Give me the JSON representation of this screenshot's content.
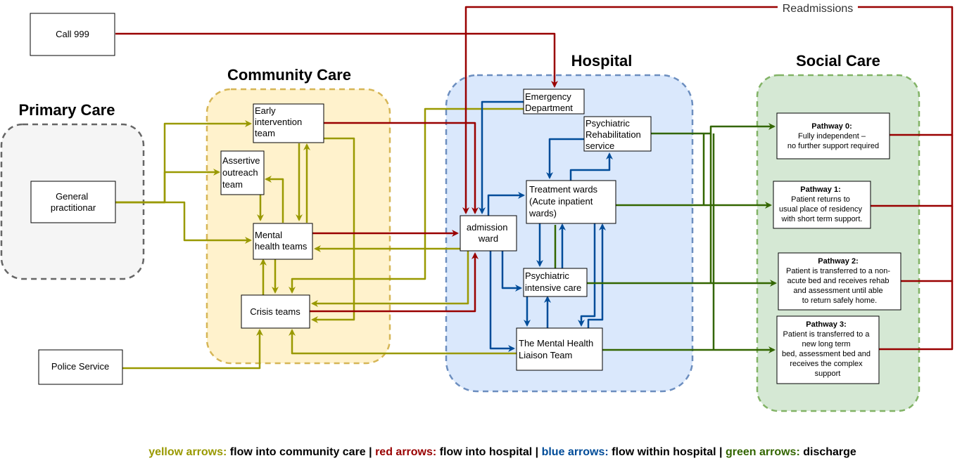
{
  "colors": {
    "yellow": "#999900",
    "red": "#990000",
    "blue": "#004c99",
    "green": "#336600"
  },
  "regions": {
    "primary": "Primary Care",
    "community": "Community Care",
    "hospital": "Hospital",
    "social": "Social Care"
  },
  "nodes": {
    "call999": "Call 999",
    "gp": [
      "General",
      "practitionar"
    ],
    "police": "Police Service",
    "early": [
      "Early",
      "intervention",
      "team"
    ],
    "assertive": [
      "Assertive",
      "outreach",
      "team"
    ],
    "mht": [
      "Mental",
      "health teams"
    ],
    "crisis": "Crisis teams",
    "ed": [
      "Emergency",
      "Department"
    ],
    "rehab": [
      "Psychiatric",
      "Rehabilitation",
      "service"
    ],
    "treatment": [
      "Treatment wards",
      "(Acute inpatient",
      "wards)"
    ],
    "admission": [
      "admission",
      "ward"
    ],
    "picu": [
      "Psychiatric",
      "intensive care"
    ],
    "liaison": [
      "The Mental Health",
      "Liaison Team"
    ]
  },
  "pathways": {
    "p0": {
      "title": "Pathway 0:",
      "lines": [
        "Fully independent –",
        "no further support required"
      ]
    },
    "p1": {
      "title": "Pathway 1:",
      "lines": [
        "Patient returns to",
        "usual place of residency",
        "with short term support."
      ]
    },
    "p2": {
      "title": "Pathway 2:",
      "lines": [
        "Patient is transferred to a non-",
        "acute bed and receives rehab",
        "and assessment until able",
        "to return safely home."
      ]
    },
    "p3": {
      "title": "Pathway 3:",
      "lines": [
        "Patient is transferred to a",
        "new long term",
        "bed, assessment bed and",
        "receives the complex",
        "support"
      ]
    }
  },
  "readmissions": "Readmissions",
  "legend": [
    {
      "key": "yellow arrows:",
      "desc": " flow into community care",
      "color": "#999900"
    },
    {
      "key": "red arrows:",
      "desc": " flow into hospital",
      "color": "#990000"
    },
    {
      "key": "blue arrows:",
      "desc": " flow within hospital",
      "color": "#004c99"
    },
    {
      "key": "green arrows:",
      "desc": " discharge",
      "color": "#336600"
    }
  ],
  "legend_separator": " | "
}
